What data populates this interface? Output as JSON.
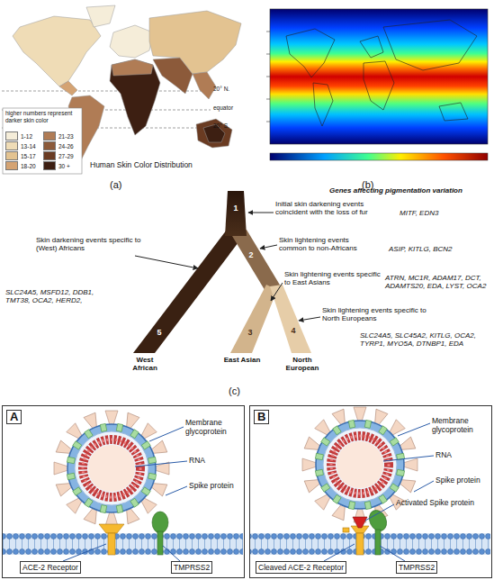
{
  "diagram": {
    "nodes": [
      {
        "text": [
          "A"
        ]
      },
      {
        "text": [
          "B"
        ]
      }
    ],
    "labels": [
      "higher numbers represent darker skin color",
      "20° N.",
      "equator",
      "20° S.",
      "Human Skin Color Distribution",
      "(a)",
      "(b)",
      "Genes affecting pigmentation variation",
      "1",
      "Initial skin darkening events coincident with the loss of fur",
      "MITF, EDN3",
      "2",
      "Skin lightening events common to non-Africans",
      "ASIP, KITLG, BCN2",
      "Skin darkening events specific to (West) Africans",
      "Skin lightening events specific to East Asians",
      "ATRN, MC1R, ADAM17, DCT, ADAMTS20, EDA, LYST, OCA2",
      "SLC24A5, MSFD12, DDB1, TMT38, OCA2, HERD2,",
      "Skin lightening events specific to North Europeans",
      "SLC24A5, SLC45A2, KITLG, OCA2, TYRP1, MYO5A, DTNBP1, EDA",
      "5",
      "3",
      "4",
      "West African",
      "East Asian",
      "North European",
      "(c)",
      "Membrane glycoprotein",
      "RNA",
      "Spike protein",
      "ACE-2 Receptor",
      "TMPRSS2",
      "Membrane glycoprotein",
      "RNA",
      "Spike protein",
      "Activated Spike protein",
      "Cleaved ACE-2 Receptor",
      "TMPRSS2"
    ],
    "legend": [
      {
        "text": "1-12",
        "color": "#f5edd9"
      },
      {
        "text": "13-14",
        "color": "#efdcb6"
      },
      {
        "text": "15-17",
        "color": "#e3c391"
      },
      {
        "text": "18-20",
        "color": "#d4a373"
      },
      {
        "text": "21-23",
        "color": "#b07c55"
      },
      {
        "text": "24-26",
        "color": "#8c5a3a"
      },
      {
        "text": "27-29",
        "color": "#6a3b22"
      },
      {
        "text": "30 +",
        "color": "#3d1f12"
      }
    ]
  }
}
